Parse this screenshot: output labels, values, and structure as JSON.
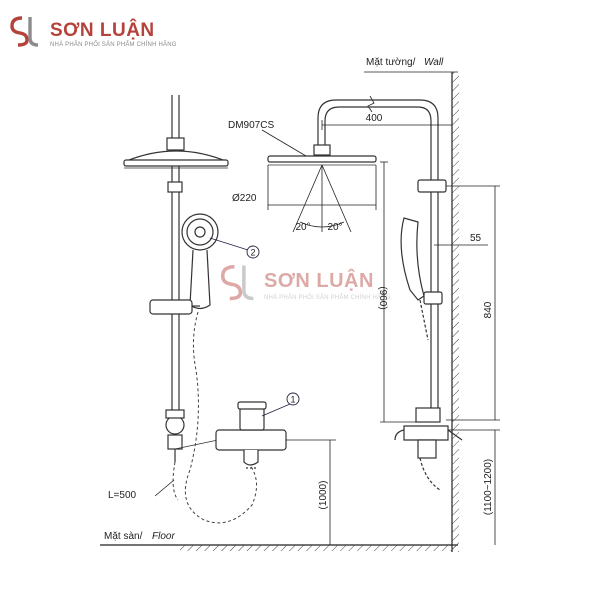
{
  "brand": {
    "name": "SƠN LUẬN",
    "tagline": "NHÀ PHÂN PHỐI SẢN PHẨM CHÍNH HÃNG",
    "color": "#b5433b"
  },
  "watermark": {
    "name": "SƠN LUẬN",
    "tagline": "NHÀ PHÂN PHỐI SẢN PHẨM CHÍNH HÃNG"
  },
  "diagram": {
    "wall_label_vi": "Mặt tường/",
    "wall_label_en": "Wall",
    "floor_label_vi": "Mặt sàn/",
    "floor_label_en": "Floor",
    "model": "DM907CS",
    "dim_arm": "400",
    "dim_head_diameter": "Ø220",
    "angle_left": "20°",
    "angle_right": "20°",
    "dim_bracket": "55",
    "dim_head_height": "(960)",
    "dim_rail": "840",
    "dim_mixer_height": "(1000)",
    "dim_mixer_range": "(1100~1200)",
    "hose_length": "L=500",
    "callout_1": "1",
    "callout_2": "2"
  }
}
